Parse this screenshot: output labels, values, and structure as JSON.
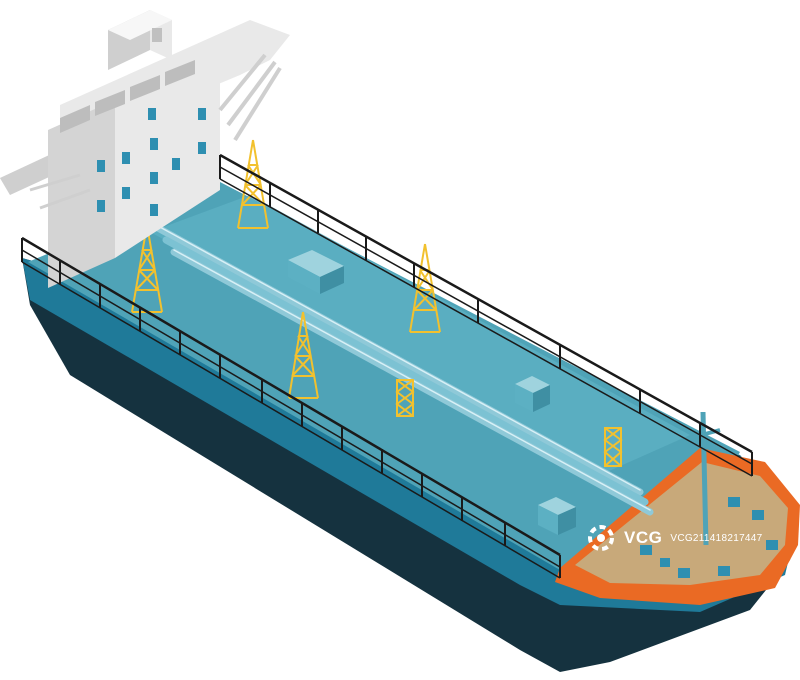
{
  "image": {
    "subject": "oil-tanker-ship",
    "style": "isometric"
  },
  "colors": {
    "hull_top": "#1f7a99",
    "hull_bottom": "#15323f",
    "deck": "#4fa3b7",
    "deck_light": "#7cc2d3",
    "bow_orange": "#ea6a24",
    "bow_deck": "#c8a97a",
    "superstructure": "#e9e9e9",
    "superstructure_shade": "#cfcfcf",
    "window": "#2e8fb1",
    "railing": "#1a1a1a",
    "tower_yellow": "#f2c12e",
    "pipe": "#8fc9d8"
  },
  "watermark": {
    "brand": "VCG",
    "id": "VCG211418217447"
  }
}
